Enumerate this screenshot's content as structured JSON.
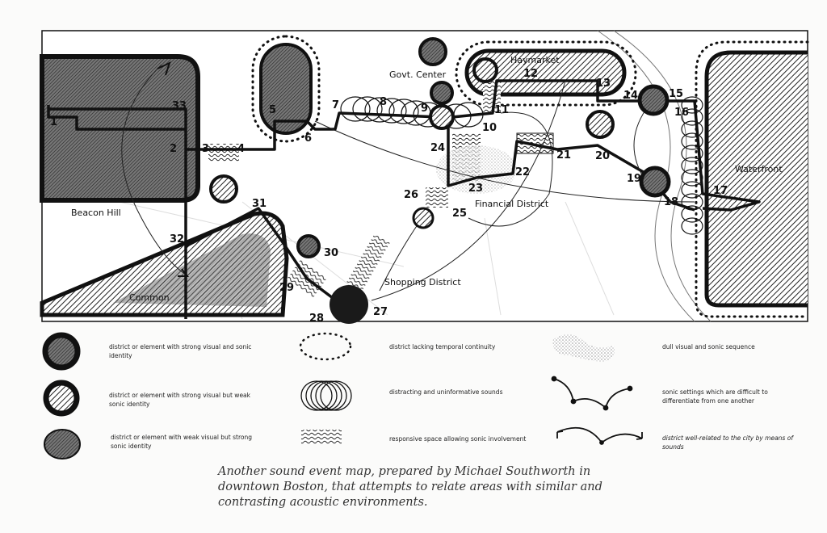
{
  "map": {
    "places": {
      "beacon_hill": "Beacon Hill",
      "govt_center": "Govt. Center",
      "haymarket": "Haymarket",
      "financial_district": "Financial District",
      "waterfront": "Waterfront",
      "common": "Common",
      "shopping_district": "Shopping District"
    },
    "points": [
      "1",
      "2",
      "3",
      "4",
      "5",
      "6",
      "7",
      "8",
      "9",
      "10",
      "11",
      "12",
      "13",
      "14",
      "15",
      "16",
      "17",
      "18",
      "19",
      "20",
      "21",
      "22",
      "23",
      "24",
      "25",
      "26",
      "27",
      "28",
      "29",
      "30",
      "31",
      "32",
      "33"
    ]
  },
  "legend": [
    {
      "symbol": "dark-filled-circle",
      "text": "district or element with strong visual and sonic identity"
    },
    {
      "symbol": "ring-hatched-circle",
      "text": "district or element with strong visual but weak sonic identity"
    },
    {
      "symbol": "shaded-oval",
      "text": "district or element with weak visual but strong sonic identity"
    },
    {
      "symbol": "dotted-oval",
      "text": "district lacking temporal continuity"
    },
    {
      "symbol": "overlapping-circles",
      "text": "distracting and uninformative sounds"
    },
    {
      "symbol": "wavy-lines",
      "text": "responsive space allowing sonic involvement"
    },
    {
      "symbol": "stippled-area",
      "text": "dull visual and sonic sequence"
    },
    {
      "symbol": "linked-arcs",
      "text": "sonic settings which are difficult to differentiate from one another"
    },
    {
      "symbol": "double-arrow-arc",
      "text": "district well-related to the city by means of sounds"
    }
  ],
  "caption": "Another sound event map, prepared by Michael Southworth in downtown Boston, that attempts to relate areas with similar and contrasting acoustic environments."
}
